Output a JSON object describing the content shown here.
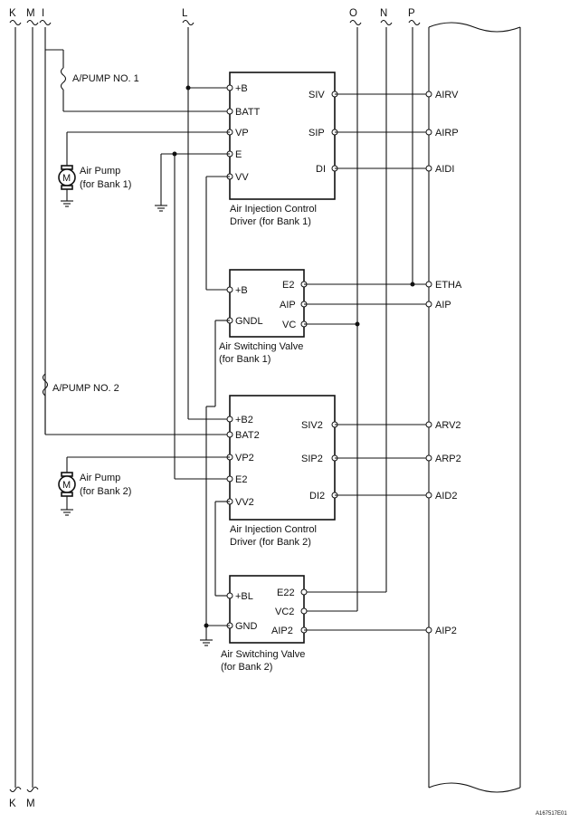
{
  "top_labels": {
    "k": "K",
    "m": "M",
    "i": "I",
    "l": "L",
    "o": "O",
    "n": "N",
    "p": "P"
  },
  "bottom_labels": {
    "k": "K",
    "m": "M"
  },
  "fuses": {
    "fuse1": "A/PUMP NO. 1",
    "fuse2": "A/PUMP NO. 2"
  },
  "pumps": {
    "pump1": {
      "motor": "M",
      "line1": "Air Pump",
      "line2": "(for Bank 1)"
    },
    "pump2": {
      "motor": "M",
      "line1": "Air Pump",
      "line2": "(for Bank 2)"
    }
  },
  "aicd1": {
    "pins_left": [
      "+B",
      "BATT",
      "VP",
      "E",
      "VV"
    ],
    "pins_right": [
      "SIV",
      "SIP",
      "DI"
    ],
    "caption1": "Air Injection Control",
    "caption2": "Driver (for Bank 1)"
  },
  "asv1": {
    "pins_left": [
      "+B",
      "GNDL"
    ],
    "pins_right": [
      "E2",
      "AIP",
      "VC"
    ],
    "caption1": "Air Switching Valve",
    "caption2": "(for Bank 1)"
  },
  "aicd2": {
    "pins_left": [
      "+B2",
      "BAT2",
      "VP2",
      "E2",
      "VV2"
    ],
    "pins_right": [
      "SIV2",
      "SIP2",
      "DI2"
    ],
    "caption1": "Air Injection Control",
    "caption2": "Driver (for Bank 2)"
  },
  "asv2": {
    "pins_left": [
      "+BL",
      "GND"
    ],
    "pins_right": [
      "E22",
      "VC2",
      "AIP2"
    ],
    "caption1": "Air Switching Valve",
    "caption2": "(for Bank 2)"
  },
  "ecm_pins": [
    "AIRV",
    "AIRP",
    "AIDI",
    "ETHA",
    "AIP",
    "ARV2",
    "ARP2",
    "AID2",
    "AIP2"
  ],
  "figure_id": "A167517E01"
}
